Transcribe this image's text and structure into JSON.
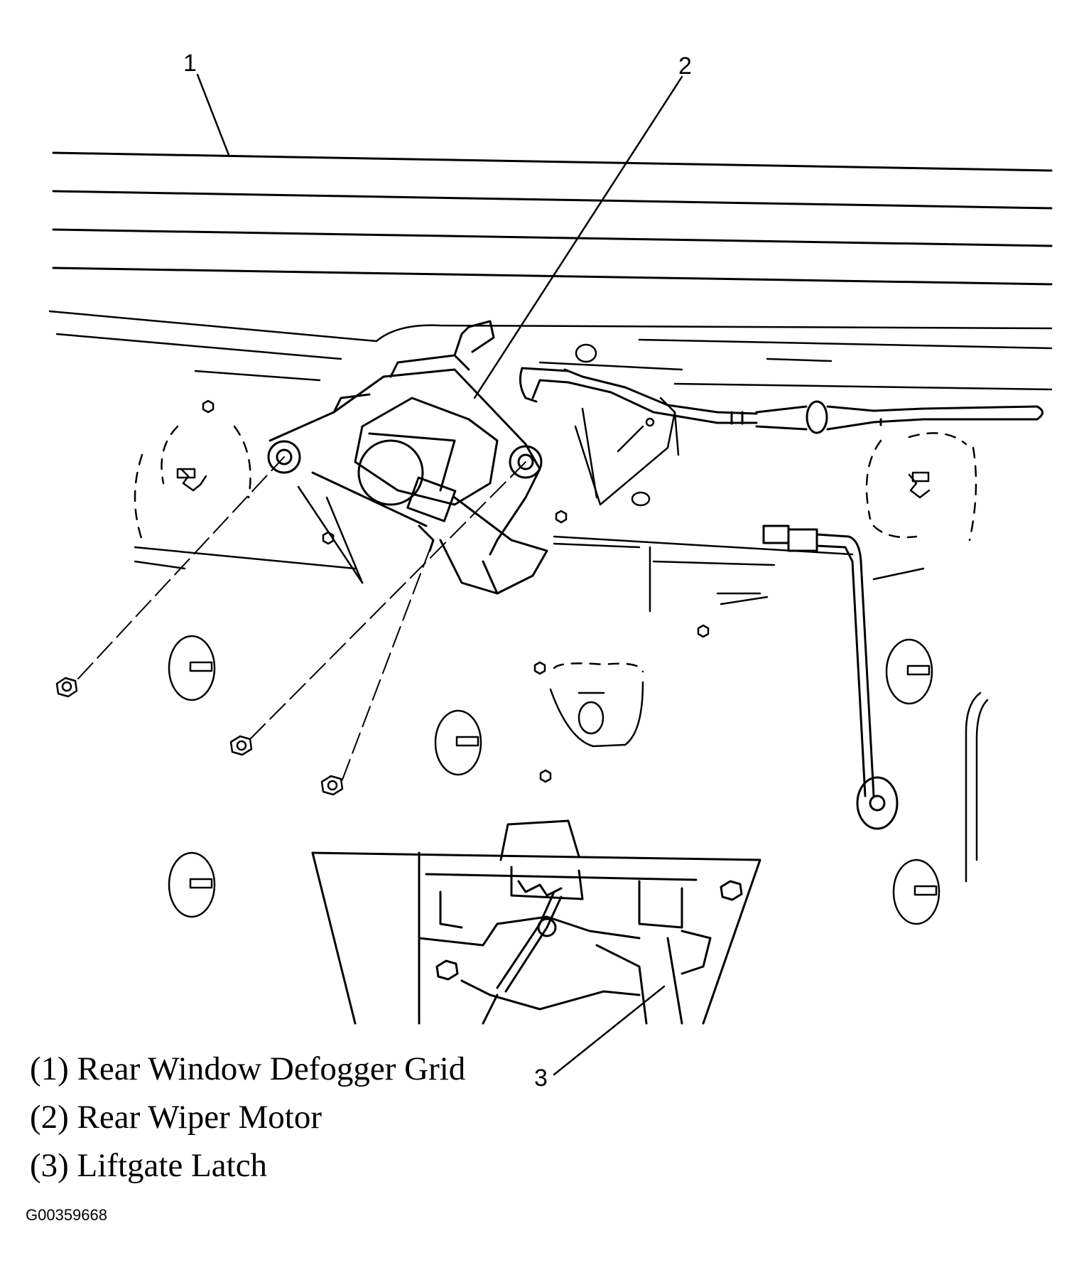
{
  "callouts": [
    {
      "number": "1",
      "label": "Rear Window Defogger Grid",
      "legend_text": "(1) Rear Window Defogger Grid"
    },
    {
      "number": "2",
      "label": "Rear Wiper Motor",
      "legend_text": "(2) Rear Wiper Motor"
    },
    {
      "number": "3",
      "label": "Liftgate Latch",
      "legend_text": "(3) Liftgate Latch"
    }
  ],
  "figure_id": "G00359668"
}
